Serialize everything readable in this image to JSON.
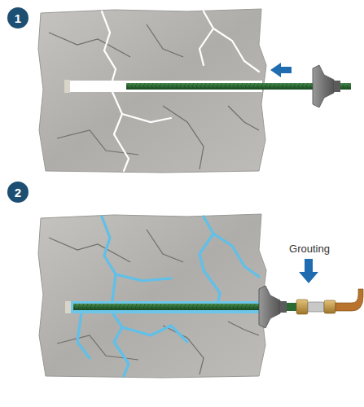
{
  "diagram": {
    "nodes": [
      {
        "text": [
          "1"
        ]
      },
      {
        "text": [
          "2"
        ]
      }
    ],
    "labels": [
      "Grouting"
    ]
  }
}
